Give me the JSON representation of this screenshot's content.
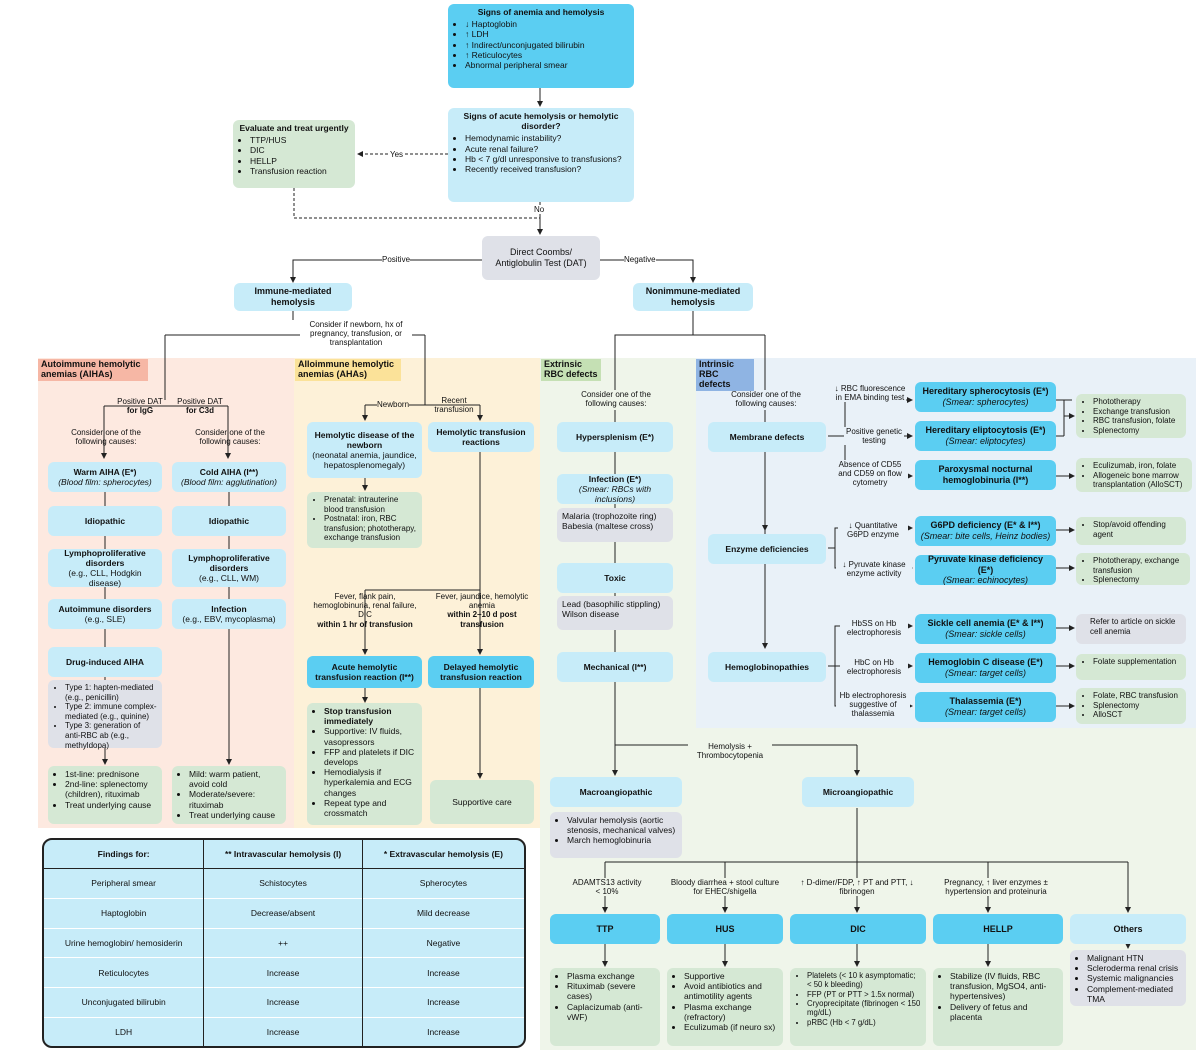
{
  "top": {
    "title": "Signs of anemia and hemolysis",
    "items": [
      "↓ Haptoglobin",
      "↑ LDH",
      "↑ Indirect/unconjugated bilirubin",
      "↑ Reticulocytes",
      "Abnormal peripheral smear"
    ]
  },
  "acute": {
    "title": "Signs of acute hemolysis or hemolytic disorder?",
    "items": [
      "Hemodynamic instability?",
      "Acute renal failure?",
      "Hb < 7 g/dl unresponsive to transfusions?",
      "Recently received transfusion?"
    ]
  },
  "urgent": {
    "title": "Evaluate and treat urgently",
    "items": [
      "TTP/HUS",
      "DIC",
      "HELLP",
      "Transfusion reaction"
    ]
  },
  "labels": {
    "yes": "Yes",
    "no": "No",
    "positive": "Positive",
    "negative": "Negative",
    "consider_newborn": "Consider if newborn, hx of pregnancy, transfusion, or transplantation",
    "dat_igg_1": "Positive DAT",
    "dat_igg_2": "for IgG",
    "dat_c3d_1": "Positive DAT",
    "dat_c3d_2": "for C3d",
    "consider_warm": "Consider one of the following causes:",
    "consider_cold": "Consider one of the following causes:",
    "newborn": "Newborn",
    "recent_transfusion": "Recent transfusion",
    "fever_1": "Fever, flank pain, hemoglobinuria, renal failure, DIC",
    "fever_1_b": "within 1 hr of transfusion",
    "fever_2": "Fever, jaundice, hemolytic anemia",
    "fever_2_b": "within 2–10 d post transfusion",
    "consider_ext": "Consider one of the following causes:",
    "consider_int": "Consider one of the following causes:",
    "rbc_fluor": "↓ RBC fluorescence in EMA binding test",
    "genetic": "Positive genetic testing",
    "cd55": "Absence of CD55 and CD59 on flow cytometry",
    "g6pd_q": "↓ Quantitative G6PD enzyme",
    "pk_q": "↓ Pyruvate kinase enzyme activity",
    "hbss": "HbSS on Hb electrophoresis",
    "hbc": "HbC on Hb electrophoresis",
    "thal_q": "Hb electrophoresis suggestive of thalassemia",
    "hemolysis_thrombo": "Hemolysis + Thrombocytopenia",
    "adamts": "ADAMTS13 activity < 10%",
    "bloody": "Bloody diarrhea + stool culture for EHEC/shigella",
    "ddimer": "↑ D-dimer/FDP, ↑ PT and PTT, ↓ fibrinogen",
    "pregnancy": "Pregnancy, ↑ liver enzymes ± hypertension and proteinuria"
  },
  "dat": "Direct Coombs/ Antiglobulin Test (DAT)",
  "immune": "Immune-mediated hemolysis",
  "nonimmune": "Nonimmune-mediated hemolysis",
  "sections": {
    "aiha": "Autoimmune hemolytic anemias (AIHAs)",
    "alloimmune": "Alloimmune hemolytic anemias (AHAs)",
    "extrinsic": "Extrinsic RBC defects",
    "intrinsic": "Intrinsic RBC defects"
  },
  "warm": {
    "title": "Warm AIHA (E*)",
    "sub": "(Blood film: spherocytes)"
  },
  "cold": {
    "title": "Cold AIHA (I**)",
    "sub": "(Blood film: agglutination)"
  },
  "idio1": "Idiopathic",
  "idio2": "Idiopathic",
  "lympho1": {
    "title": "Lymphoproliferative disorders",
    "sub": "(e.g., CLL, Hodgkin disease)"
  },
  "lympho2": {
    "title": "Lymphoproliferative disorders",
    "sub": "(e.g., CLL, WM)"
  },
  "autoimm": {
    "title": "Autoimmune disorders",
    "sub": "(e.g., SLE)"
  },
  "infect_cold": {
    "title": "Infection",
    "sub": "(e.g., EBV, mycoplasma)"
  },
  "drug": "Drug-induced AIHA",
  "drug_types": [
    "Type 1: hapten-mediated (e.g., penicillin)",
    "Type 2: immune complex-mediated (e.g., quinine)",
    "Type 3: generation of anti-RBC ab (e.g., methyldopa)"
  ],
  "warm_tx": [
    "1st-line: prednisone",
    "2nd-line: splenectomy (children), rituximab",
    "Treat underlying cause"
  ],
  "cold_tx": [
    "Mild: warm patient, avoid cold",
    "Moderate/severe: rituximab",
    "Treat underlying cause"
  ],
  "hdn": {
    "title": "Hemolytic disease of the newborn",
    "sub": "(neonatal anemia, jaundice, hepatosplenomegaly)"
  },
  "hdn_tx": [
    "Prenatal: intrauterine blood transfusion",
    "Postnatal: iron, RBC transfusion; phototherapy, exchange transfusion"
  ],
  "htr": "Hemolytic transfusion reactions",
  "ahtr": "Acute hemolytic transfusion reaction (I**)",
  "dhtr": "Delayed hemolytic transfusion reaction",
  "ahtr_tx": [
    "Stop transfusion immediately",
    "Supportive: IV fluids, vasopressors",
    "FFP and platelets if DIC develops",
    "Hemodialysis if hyperkalemia and ECG changes",
    "Repeat type and crossmatch"
  ],
  "supportive": "Supportive care",
  "hypersplen": "Hypersplenism (E*)",
  "infection_ext": {
    "title": "Infection (E*)",
    "sub": "(Smear: RBCs with inclusions)"
  },
  "infection_ext_list": [
    "Malaria (trophozoite ring)",
    "Babesia (maltese cross)"
  ],
  "toxic": "Toxic",
  "toxic_list": [
    "Lead (basophilic stippling)",
    "Wilson disease"
  ],
  "mechanical": "Mechanical (I**)",
  "macro": "Macroangiopathic",
  "macro_list": [
    "Valvular hemolysis (aortic stenosis, mechanical valves)",
    "March hemoglobinuria"
  ],
  "micro": "Microangiopathic",
  "ttp": "TTP",
  "hus": "HUS",
  "dic": "DIC",
  "hellp": "HELLP",
  "others": "Others",
  "ttp_tx": [
    "Plasma exchange",
    "Rituximab (severe cases)",
    "Caplacizumab (anti-vWF)"
  ],
  "hus_tx": [
    "Supportive",
    "Avoid antibiotics and antimotility agents",
    "Plasma exchange (refractory)",
    "Eculizumab (if neuro sx)"
  ],
  "dic_tx": [
    "Platelets (< 10 k asymptomatic; < 50 k bleeding)",
    "FFP (PT or PTT > 1.5x normal)",
    "Cryoprecipitate (fibrinogen < 150 mg/dL)",
    "pRBC (Hb < 7 g/dL)"
  ],
  "hellp_tx": [
    "Stabilize (IV fluids, RBC transfusion, MgSO4, anti-hypertensives)",
    "Delivery of fetus and placenta"
  ],
  "others_list": [
    "Malignant HTN",
    "Scleroderma renal crisis",
    "Systemic malignancies",
    "Complement-mediated TMA"
  ],
  "membrane": "Membrane defects",
  "enzyme": "Enzyme deficiencies",
  "hemoglobinopathies": "Hemoglobinopathies",
  "hs": {
    "title": "Hereditary spherocytosis (E*)",
    "sub": "(Smear: spherocytes)"
  },
  "he": {
    "title": "Hereditary eliptocytosis (E*)",
    "sub": "(Smear: eliptocytes)"
  },
  "pnh": {
    "title": "Paroxysmal nocturnal hemoglobinuria (I**)"
  },
  "g6pd": {
    "title": "G6PD deficiency (E* & I**)",
    "sub": "(Smear: bite cells, Heinz bodies)"
  },
  "pk": {
    "title": "Pyruvate kinase deficiency (E*)",
    "sub": "(Smear: echinocytes)"
  },
  "sickle": {
    "title": "Sickle cell anemia (E* & I**)",
    "sub": "(Smear: sickle cells)"
  },
  "hbcd": {
    "title": "Hemoglobin C disease (E*)",
    "sub": "(Smear: target cells)"
  },
  "thal": {
    "title": "Thalassemia (E*)",
    "sub": "(Smear: target cells)"
  },
  "membrane_tx": [
    "Phototherapy",
    "Exchange transfusion",
    "RBC transfusion, folate",
    "Splenectomy"
  ],
  "pnh_tx": [
    "Eculizumab, iron, folate",
    "Allogeneic bone marrow transplantation (AlloSCT)"
  ],
  "g6pd_tx": [
    "Stop/avoid offending agent"
  ],
  "pk_tx": [
    "Phototherapy, exchange transfusion",
    "Splenectomy"
  ],
  "sickle_tx": "Refer to article on sickle cell anemia",
  "hbc_tx": [
    "Folate supplementation"
  ],
  "thal_tx": [
    "Folate, RBC transfusion",
    "Splenectomy",
    "AlloSCT"
  ],
  "table": {
    "header": [
      "Findings for:",
      "** Intravascular hemolysis (I)",
      "* Extravascular hemolysis (E)"
    ],
    "rows": [
      [
        "Peripheral smear",
        "Schistocytes",
        "Spherocytes"
      ],
      [
        "Haptoglobin",
        "Decrease/absent",
        "Mild decrease"
      ],
      [
        "Urine hemoglobin/ hemosiderin",
        "++",
        "Negative"
      ],
      [
        "Reticulocytes",
        "Increase",
        "Increase"
      ],
      [
        "Unconjugated bilirubin",
        "Increase",
        "Increase"
      ],
      [
        "LDH",
        "Increase",
        "Increase"
      ]
    ]
  },
  "colors": {
    "blue": "#5bcef2",
    "light_blue": "#c7ecf9",
    "green": "#d5e8d4",
    "gray": "#dfe1e8",
    "aiha_bg": "#fde9e0",
    "allo_bg": "#fdf1d8",
    "ext_bg": "#eff5ea",
    "int_bg": "#e9f1f8"
  }
}
